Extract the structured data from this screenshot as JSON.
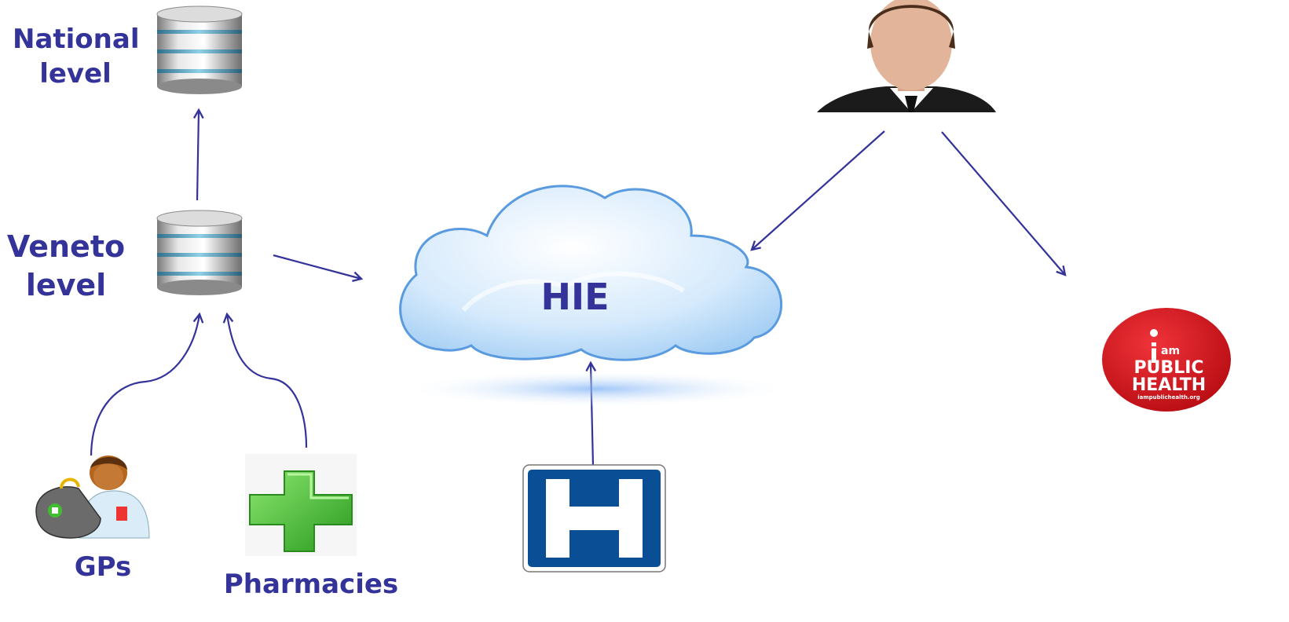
{
  "labels": {
    "national": [
      "National",
      "level"
    ],
    "veneto": [
      "Veneto",
      "level"
    ],
    "gps": "GPs",
    "pharmacies": "Pharmacies",
    "hie": "HIE"
  },
  "public_health_logo": {
    "line1": "i",
    "line2": "am",
    "line3": "PUBLIC",
    "line4": "HEALTH",
    "url": "iampublichealth.org"
  },
  "hospital_sign": "H",
  "colors": {
    "label": "#33339a",
    "arrow": "#33339a",
    "cloud_fill": "#cfe6fb",
    "cloud_stroke": "#5a9be0",
    "hospital_blue": "#0a4f95",
    "plus_green": "#3fbf2f",
    "logo_red": "#d0141b"
  },
  "icons": [
    "database-icon",
    "doctor-icon",
    "pharmacy-cross-icon",
    "hospital-sign-icon",
    "person-icon",
    "public-health-logo"
  ]
}
